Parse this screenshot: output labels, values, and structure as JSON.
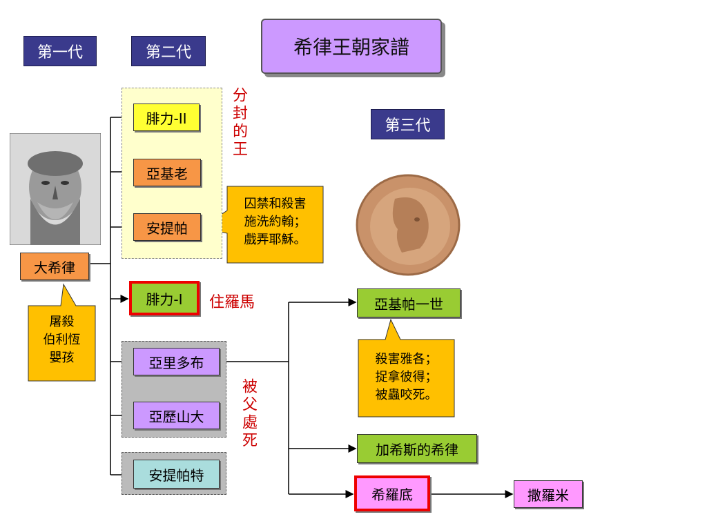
{
  "title": "希律王朝家譜",
  "generations": {
    "first": "第一代",
    "second": "第二代",
    "third": "第三代"
  },
  "people": {
    "herod_great": "大希律",
    "philip_2": "腓力-II",
    "archelaus": "亞基老",
    "antipas": "安提帕",
    "philip_1": "腓力-I",
    "aristobulus": "亞里多布",
    "alexander": "亞歷山大",
    "antipater": "安提帕特",
    "agrippa_1": "亞基帕一世",
    "herod_chalcis": "加希斯的希律",
    "herodias": "希羅底",
    "salome": "撒羅米"
  },
  "annotations": {
    "tetrarchs": "分封的王",
    "rome": "住羅馬",
    "executed": "被父處死",
    "herod_note": "屠殺\n伯利恆\n嬰孩",
    "antipas_note": "囚禁和殺害\n施洗約翰；\n戲弄耶穌。",
    "agrippa_note": "殺害雅各；\n捉拿彼得；\n被蟲咬死。"
  },
  "colors": {
    "generation_bg": "#3a3a8c",
    "title_bg": "#cc99ff",
    "highlight_border": "#ee0000",
    "callout_bg": "#ffc000",
    "annotation_text": "#cc0000"
  }
}
